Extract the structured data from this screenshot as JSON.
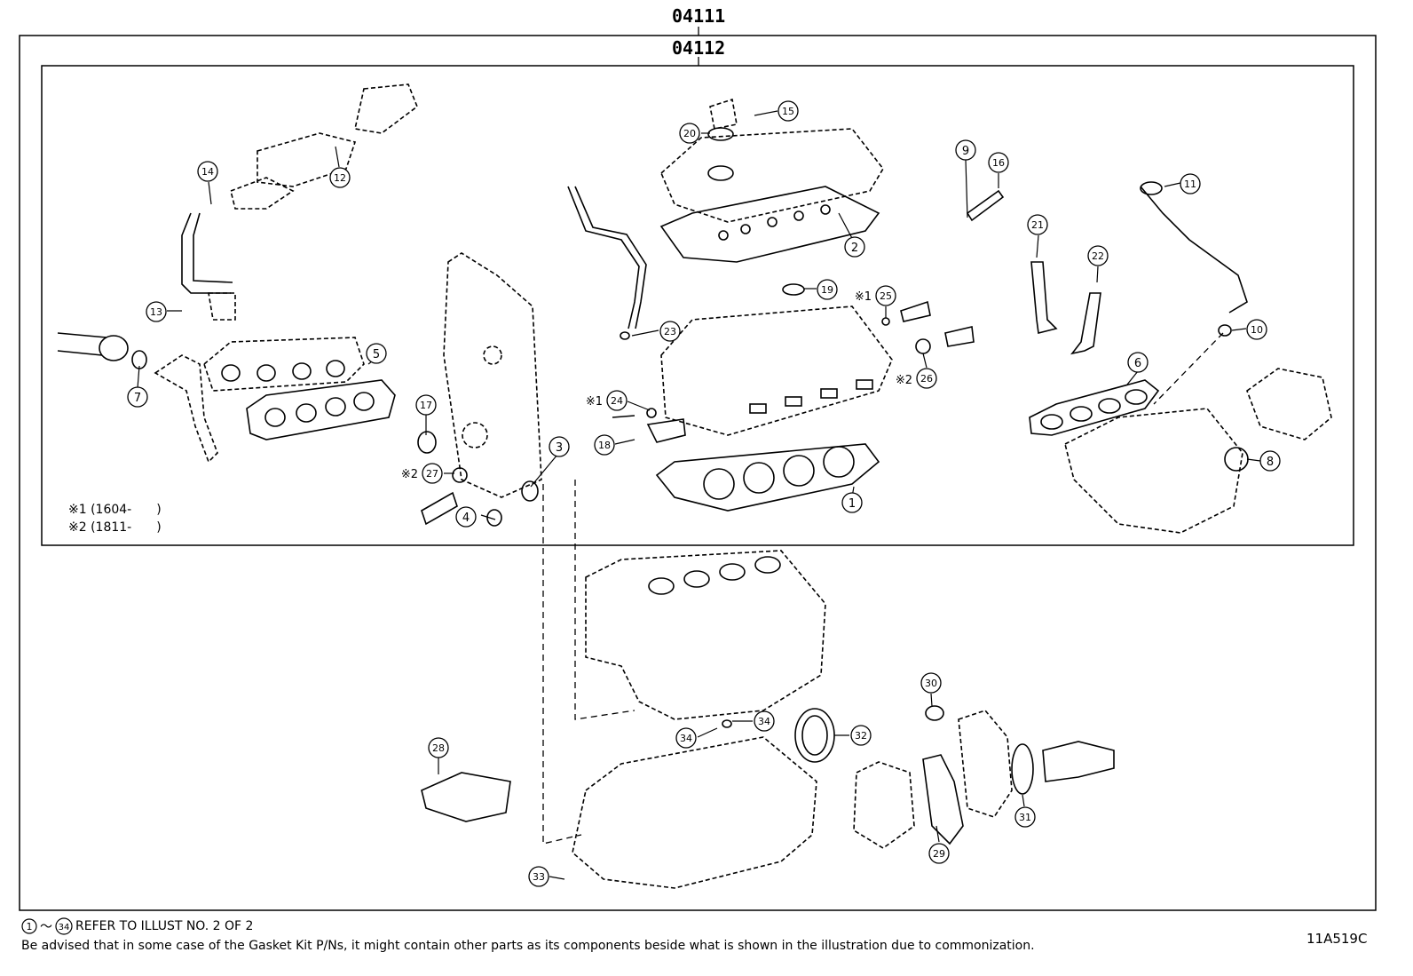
{
  "header": {
    "code_outer": "04111",
    "code_inner": "04112"
  },
  "legend": [
    {
      "mark": "※1",
      "range": "(1604-　　)"
    },
    {
      "mark": "※2",
      "range": "(1811-　　)"
    }
  ],
  "callouts": [
    {
      "num": "1"
    },
    {
      "num": "2"
    },
    {
      "num": "3"
    },
    {
      "num": "4"
    },
    {
      "num": "5"
    },
    {
      "num": "6"
    },
    {
      "num": "7"
    },
    {
      "num": "8"
    },
    {
      "num": "9"
    },
    {
      "num": "10"
    },
    {
      "num": "11"
    },
    {
      "num": "12"
    },
    {
      "num": "13"
    },
    {
      "num": "14"
    },
    {
      "num": "15"
    },
    {
      "num": "16"
    },
    {
      "num": "17"
    },
    {
      "num": "18"
    },
    {
      "num": "19"
    },
    {
      "num": "20"
    },
    {
      "num": "21"
    },
    {
      "num": "22"
    },
    {
      "num": "23"
    },
    {
      "num": "24",
      "mark": "※1"
    },
    {
      "num": "25",
      "mark": "※1"
    },
    {
      "num": "26",
      "mark": "※2"
    },
    {
      "num": "27",
      "mark": "※2"
    },
    {
      "num": "28"
    },
    {
      "num": "29"
    },
    {
      "num": "30"
    },
    {
      "num": "31"
    },
    {
      "num": "32"
    },
    {
      "num": "33"
    },
    {
      "num": "34"
    },
    {
      "num": "34"
    }
  ],
  "footer": {
    "ref_start": "1",
    "ref_tilde": "～",
    "ref_end": "34",
    "ref_text": "REFER TO ILLUST NO. 2 OF 2",
    "note": "Be advised that in some case of the Gasket Kit P/Ns,  it might contain other parts as its components beside what is shown in the illustration due to commonization.",
    "illus_id": "11A519C"
  }
}
